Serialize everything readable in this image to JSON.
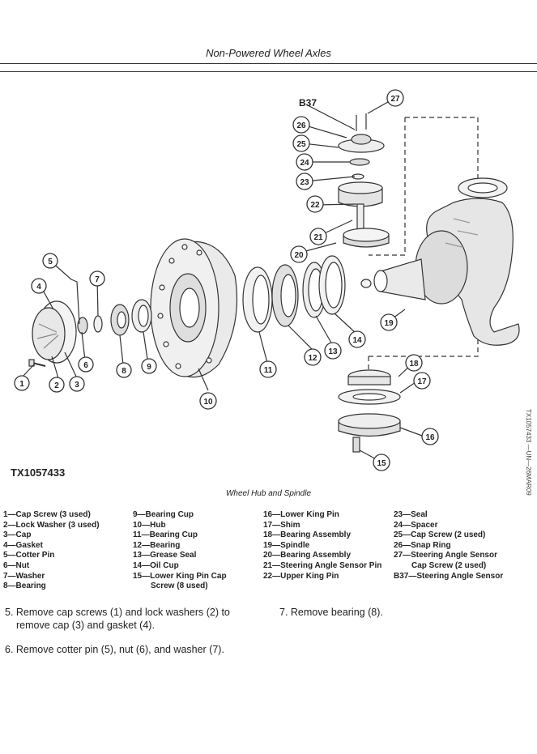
{
  "header": {
    "title": "Non-Powered Wheel Axles"
  },
  "figure": {
    "id": "TX1057433",
    "caption": "Wheel Hub and Spindle",
    "side_code": "TX1057433 —UN—26MAR09",
    "callouts": [
      "1",
      "2",
      "3",
      "4",
      "5",
      "6",
      "7",
      "8",
      "9",
      "10",
      "11",
      "12",
      "13",
      "14",
      "15",
      "16",
      "17",
      "18",
      "19",
      "20",
      "21",
      "22",
      "23",
      "24",
      "25",
      "26",
      "27",
      "B37"
    ]
  },
  "legend": {
    "columns": [
      [
        "1—Cap Screw (3 used)",
        "2—Lock Washer (3 used)",
        "3—Cap",
        "4—Gasket",
        "5—Cotter Pin",
        "6—Nut",
        "7—Washer",
        "8—Bearing"
      ],
      [
        "9—Bearing Cup",
        "10—Hub",
        "11—Bearing Cup",
        "12—Bearing",
        "13—Grease Seal",
        "14—Oil Cup",
        "15—Lower King Pin Cap",
        "Screw (8 used)"
      ],
      [
        "16—Lower King Pin",
        "17—Shim",
        "18—Bearing Assembly",
        "19—Spindle",
        "20—Bearing Assembly",
        "21—Steering Angle Sensor Pin",
        "22—Upper King Pin"
      ],
      [
        "23—Seal",
        "24—Spacer",
        "25—Cap Screw (2 used)",
        "26—Snap Ring",
        "27—Steering Angle Sensor",
        "Cap Screw (2 used)",
        "B37—Steering Angle Sensor"
      ]
    ]
  },
  "steps": {
    "s5": "5. Remove cap screws (1) and lock washers (2) to",
    "s5b": "remove cap (3) and gasket (4).",
    "s6": "6. Remove cotter pin (5), nut (6), and washer (7).",
    "s7": "7. Remove bearing (8)."
  }
}
